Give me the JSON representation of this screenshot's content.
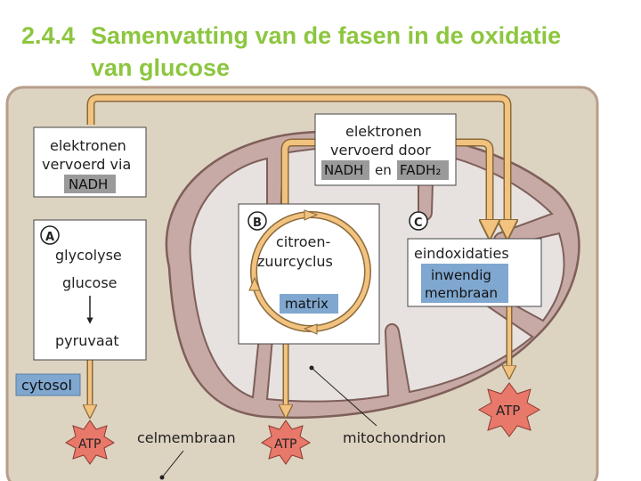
{
  "title": {
    "number": "2.4.4",
    "line1": "Samenvatting van de fasen in de oxidatie",
    "line2": "van glucose"
  },
  "colors": {
    "title_green": "#8cc63f",
    "cytoplasm_bg": "#ddd3c1",
    "mito_fill": "#c7a9a5",
    "arrow_orange": "#f2c27f",
    "atp_red": "#e8786a",
    "label_blue": "#7fa7cf",
    "label_gray": "#9a9a9a"
  },
  "diagram": {
    "box_electrons_left": {
      "line1": "elektronen",
      "line2": "vervoerd via",
      "carrier": "NADH"
    },
    "box_electrons_right": {
      "line1": "elektronen",
      "line2": "vervoerd door",
      "carrier1": "NADH",
      "conj": "en",
      "carrier2": "FADH₂"
    },
    "box_a": {
      "letter": "A",
      "process": "glycolyse",
      "start": "glucose",
      "end": "pyruvaat"
    },
    "box_b": {
      "letter": "B",
      "line1": "citroen-",
      "line2": "zuurcyclus",
      "location": "matrix"
    },
    "box_c": {
      "letter": "C",
      "process": "eindoxidaties",
      "loc1": "inwendig",
      "loc2": "membraan"
    },
    "label_cytosol": "cytosol",
    "label_celmembraan": "celmembraan",
    "label_mitochondrion": "mitochondrion",
    "atp": [
      "ATP",
      "ATP",
      "ATP"
    ]
  }
}
